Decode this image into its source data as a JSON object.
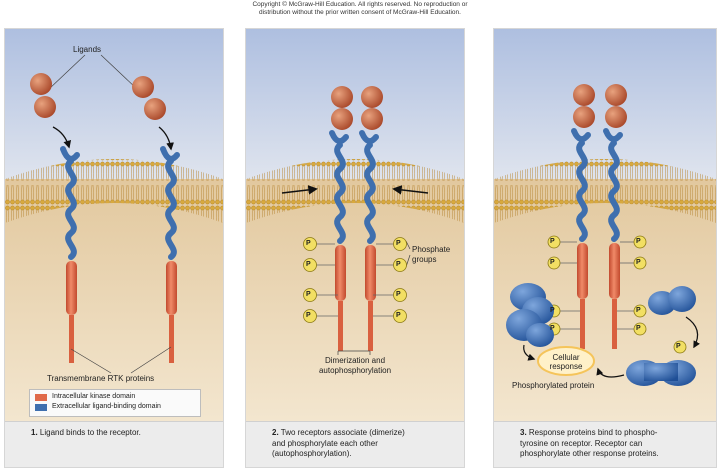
{
  "copyright": {
    "line1": "Copyright © McGraw-Hill Education.  All rights reserved. No reproduction or",
    "line2": "distribution without the prior written consent of McGraw-Hill Education."
  },
  "panel1": {
    "ligands_label": "Ligands",
    "rtk_label": "Transmembrane RTK proteins",
    "legend": {
      "kinase": "Intracellular kinase domain",
      "binding": "Extracellular ligand-binding domain"
    },
    "caption_num": "1.",
    "caption": "Ligand binds to the receptor."
  },
  "panel2": {
    "phosphate_label_1": "Phosphate",
    "phosphate_label_2": "groups",
    "dimer_label_1": "Dimerization and",
    "dimer_label_2": "autophosphorylation",
    "p_letter": "P",
    "caption_num": "2.",
    "caption_1": "Two receptors associate (dimerize)",
    "caption_2": "and phosphorylate each other",
    "caption_3": "(autophosphorylation)."
  },
  "panel3": {
    "response_1": "Cellular",
    "response_2": "response",
    "phos_protein_label": "Phosphorylated protein",
    "caption_num": "3.",
    "caption_1": "Response proteins bind to phospho-",
    "caption_2": "tyrosine on receptor. Receptor can",
    "caption_3": "phosphorylate other response proteins."
  },
  "colors": {
    "kinase": "#e06a4a",
    "binding": "#3f6fae",
    "ligand": "#c8623a",
    "phosphate": "#f2df63",
    "sky": "#c9d3e6",
    "cytoplasm": "#e9d4b0"
  }
}
